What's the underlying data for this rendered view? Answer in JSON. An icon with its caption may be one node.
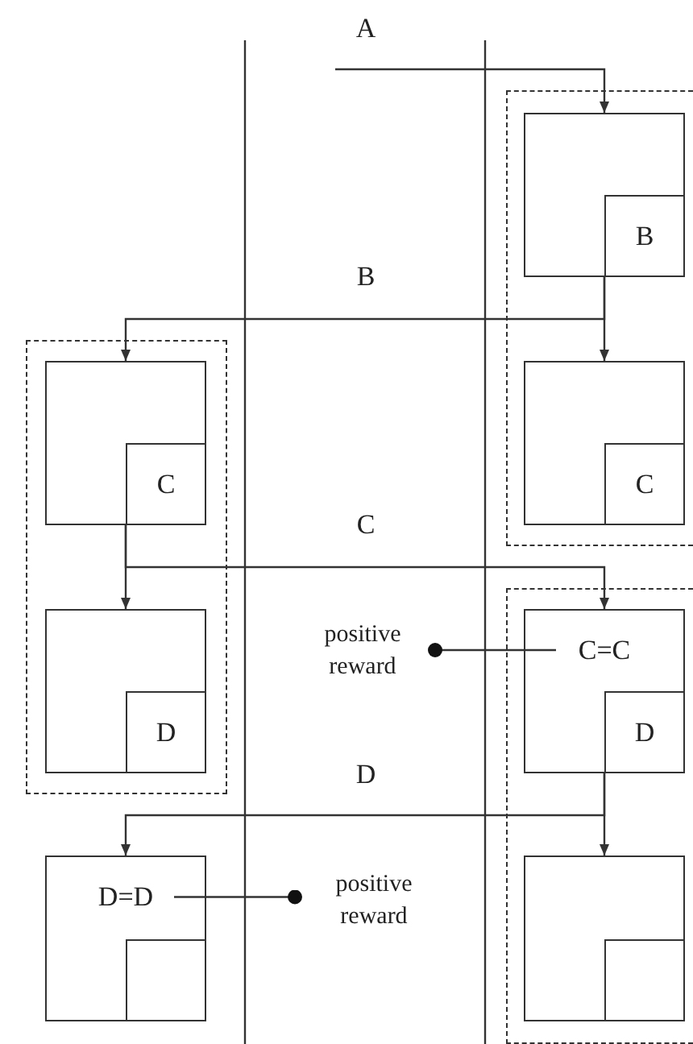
{
  "diagram": {
    "nodes": [
      {
        "text": [],
        "shape": "box"
      },
      {
        "text": [],
        "shape": "box",
        "in": 0
      },
      {
        "text": [
          "B"
        ],
        "in": 1
      },
      {
        "text": [],
        "shape": "box",
        "in": 0
      },
      {
        "text": [
          "C"
        ],
        "in": 3
      },
      {
        "text": [],
        "shape": "box"
      },
      {
        "text": [],
        "shape": "box",
        "in": 5
      },
      {
        "text": [
          "C"
        ],
        "in": 6
      },
      {
        "text": [],
        "shape": "box",
        "in": 5
      },
      {
        "text": [
          "D"
        ],
        "in": 8
      },
      {
        "text": [],
        "shape": "box"
      },
      {
        "text": [
          "C=C"
        ],
        "in": 10
      },
      {
        "text": [
          "D"
        ],
        "in": 11
      },
      {
        "text": [],
        "shape": "box",
        "in": 10
      },
      {
        "text": [],
        "shape": "box",
        "in": 13
      },
      {
        "text": [
          "D=D"
        ]
      },
      {
        "text": [],
        "shape": "box",
        "in": 15
      },
      {
        "text": [
          "positive reward"
        ]
      },
      {
        "text": [
          "positive reward"
        ]
      }
    ],
    "edges": [
      {
        "from": null,
        "to": 1,
        "arrow": "to",
        "label": "A"
      },
      {
        "from": 2,
        "to": 6,
        "arrow": "to",
        "label": "B"
      },
      {
        "from": 2,
        "to": 3,
        "arrow": "to"
      },
      {
        "from": 7,
        "to": 8,
        "arrow": "to"
      },
      {
        "from": 7,
        "to": 11,
        "arrow": "to",
        "label": "C"
      },
      {
        "from": 12,
        "to": 13,
        "arrow": "to"
      },
      {
        "from": 12,
        "to": 15,
        "arrow": "to",
        "label": "D"
      },
      {
        "from": 11,
        "to": 17,
        "arrow": "other"
      },
      {
        "from": 15,
        "to": 18,
        "arrow": "other"
      }
    ]
  }
}
